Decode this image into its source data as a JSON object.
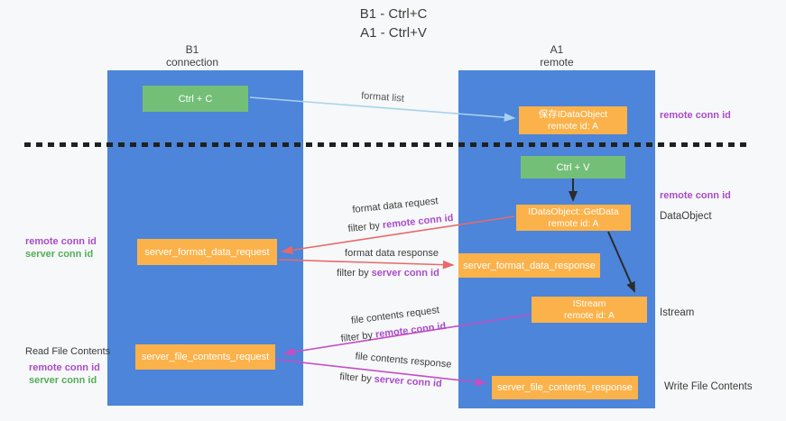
{
  "title": {
    "line1": "B1 - Ctrl+C",
    "line2": "A1 - Ctrl+V"
  },
  "lanes": {
    "left": {
      "name": "B1",
      "role": "connection"
    },
    "right": {
      "name": "A1",
      "role": "remote"
    }
  },
  "boxes": {
    "ctrl_c": {
      "label": "Ctrl + C"
    },
    "save_idataobject": {
      "line1": "保存IDataObject",
      "line2": "remote id: A"
    },
    "ctrl_v": {
      "label": "Ctrl + V"
    },
    "getdata": {
      "line1": "IDataObject::GetData",
      "line2": "remote id: A"
    },
    "server_format_data_request": {
      "label": "server_format_data_request"
    },
    "server_format_data_response": {
      "label": "server_format_data_response"
    },
    "istream": {
      "line1": "IStream",
      "line2": "remote id: A"
    },
    "server_file_contents_request": {
      "label": "server_file_contents_request"
    },
    "server_file_contents_response": {
      "label": "server_file_contents_response"
    }
  },
  "right_labels": {
    "remote_conn_id_top": "remote conn id",
    "remote_conn_id_mid": "remote conn id",
    "dataobject": "DataObject",
    "istream": "Istream",
    "write_file_contents": "Write File Contents"
  },
  "left_labels": {
    "remote_conn_id_1": "remote conn id",
    "server_conn_id_1": "server conn id",
    "read_file_contents": "Read File Contents",
    "remote_conn_id_2": "remote conn id",
    "server_conn_id_2": "server conn id"
  },
  "arrow_labels": {
    "format_list": "format list",
    "format_data_request": "format data request",
    "format_data_response": "format data response",
    "file_contents_request": "file contents request",
    "file_contents_response": "file contents response",
    "filter_by": "filter by",
    "remote_conn_id": "remote conn id",
    "server_conn_id": "server conn id"
  },
  "colors": {
    "lane_blue": "#4C85D9",
    "box_orange": "#FBB24A",
    "box_green": "#74BF77",
    "arrow_light_blue": "#A8D2ED",
    "arrow_salmon": "#E8696B",
    "arrow_magenta": "#C44EC4",
    "arrow_black": "#2B2B2B",
    "text_purple": "#A94CC9",
    "text_green": "#53AE58"
  }
}
